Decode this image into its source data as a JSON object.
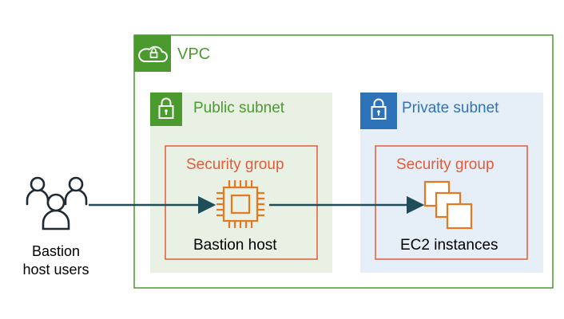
{
  "colors": {
    "vpc": "#4a9a2e",
    "public_subnet_fill": "#e8f1e3",
    "private_subnet_fill": "#e6eff7",
    "private_accent": "#2e73b8",
    "security_group": "#e25b3a",
    "compute": "#e8781f",
    "arrow": "#1f4e5b",
    "users": "#1f2a35"
  },
  "icons": {
    "vpc": "cloud-lock-icon",
    "public_subnet": "padlock-icon",
    "private_subnet": "padlock-icon",
    "bastion": "processor-chip-icon",
    "ec2": "stacked-instances-icon",
    "users": "user-group-icon"
  },
  "vpc": {
    "label": "VPC"
  },
  "public_subnet": {
    "label": "Public subnet",
    "security_group_label": "Security group",
    "host_label": "Bastion host"
  },
  "private_subnet": {
    "label": "Private subnet",
    "security_group_label": "Security group",
    "instances_label": "EC2 instances"
  },
  "users": {
    "label": "Bastion host users"
  }
}
